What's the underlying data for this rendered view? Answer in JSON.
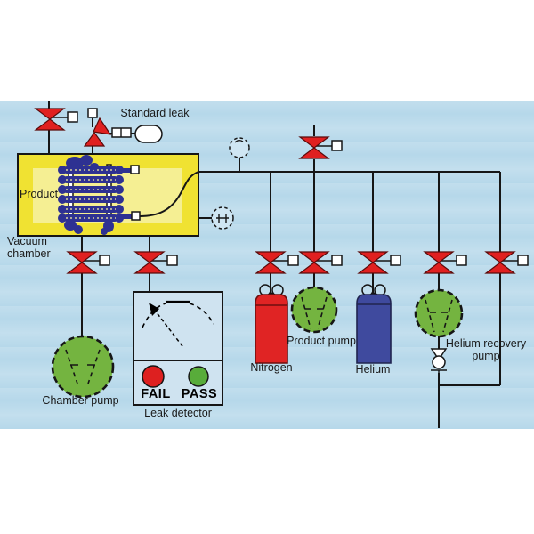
{
  "labels": {
    "standard_leak": "Standard leak",
    "product": "Product",
    "vacuum_chamber": "Vacuum chamber",
    "chamber_pump": "Chamber pump",
    "fail": "FAIL",
    "pass": "PASS",
    "leak_detector": "Leak detector",
    "nitrogen": "Nitrogen",
    "product_pump": "Product pump",
    "helium": "Helium",
    "helium_recovery_pump": "Helium recovery pump"
  },
  "colors": {
    "background_blue": "#b6d8ea",
    "chamber_yellow": "#f0e232",
    "chamber_inner_yellow": "#f5ef93",
    "valve_red": "#e02020",
    "nitrogen_red": "#e02424",
    "helium_blue": "#3f4a9e",
    "pump_green": "#74b440",
    "fail_red": "#dd2020",
    "pass_green": "#58ac3a",
    "coil_navy": "#2e3192",
    "line_black": "#161616"
  }
}
